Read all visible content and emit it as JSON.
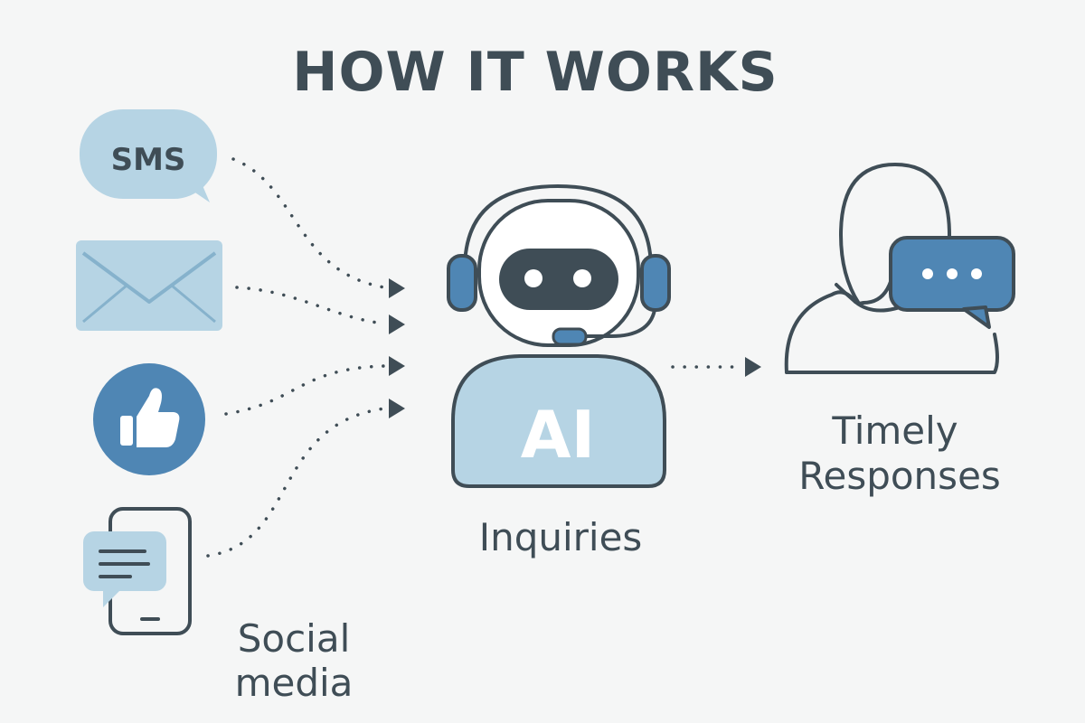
{
  "title": "HOW IT WORKS",
  "channels": {
    "sms": "SMS",
    "social_label_line1": "Social",
    "social_label_line2": "media"
  },
  "center": {
    "badge": "AI",
    "label": "Inquiries"
  },
  "output": {
    "label_line1": "Timely",
    "label_line2": "Responses"
  },
  "colors": {
    "dark": "#3f4d56",
    "light_blue": "#b6d4e4",
    "mid_blue": "#4f86b4",
    "background": "#f5f6f6"
  },
  "icons": {
    "sms": "sms-bubble-icon",
    "email": "envelope-icon",
    "like": "thumbs-up-icon",
    "mobile": "mobile-chat-icon",
    "bot": "robot-headset-icon",
    "person": "person-speech-icon"
  }
}
